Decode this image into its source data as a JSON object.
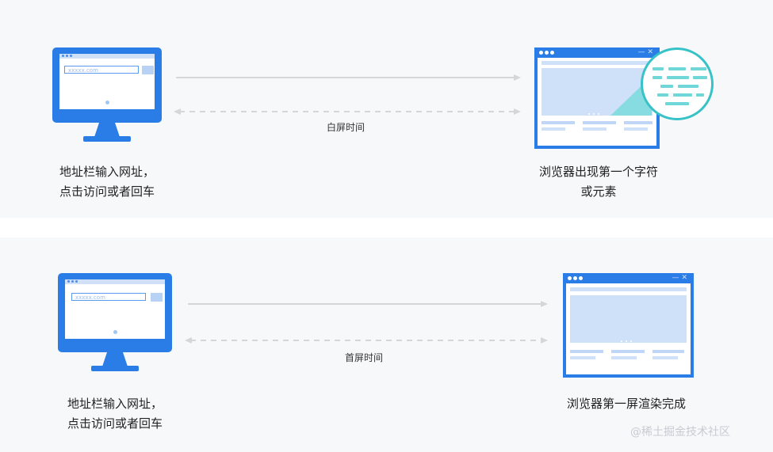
{
  "top": {
    "monitor": {
      "url_text": "xxxxx.com"
    },
    "left_caption": [
      "地址栏输入网址，",
      "点击访问或者回车"
    ],
    "right_caption": [
      "浏览器出现第一个字符",
      "或元素"
    ],
    "middle_label": "白屏时间"
  },
  "bottom": {
    "monitor": {
      "url_text": "xxxxx.com"
    },
    "left_caption": [
      "地址栏输入网址，",
      "点击访问或者回车"
    ],
    "right_caption": "浏览器第一屏渲染完成",
    "middle_label": "首屏时间"
  },
  "watermark": "@稀土掘金技术社区",
  "colors": {
    "device_blue": "#2a7ce6",
    "light_blue": "#cfe0f9",
    "teal": "#36c2c7",
    "arrow_gray": "#d6d6d6",
    "panel_bg": "#f7f8fa"
  },
  "icons": [
    "monitor-icon",
    "browser-window-icon",
    "magnifier-lens-icon",
    "ruler-icon"
  ]
}
